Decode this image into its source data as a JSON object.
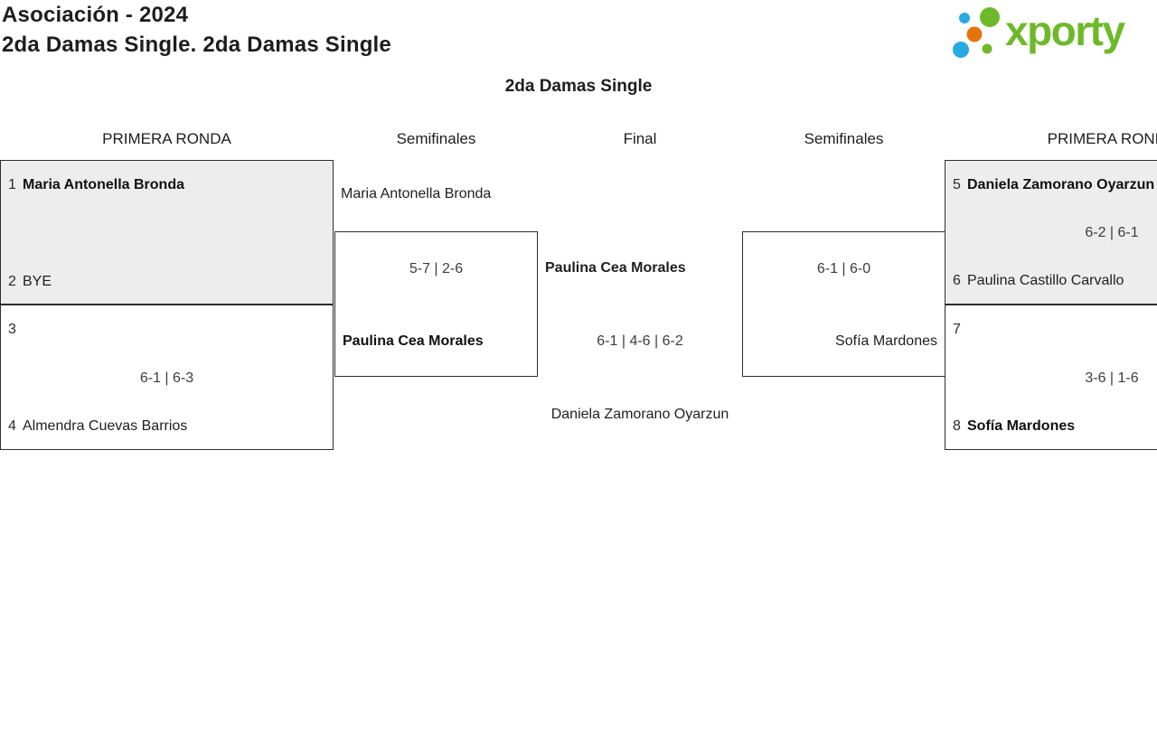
{
  "header": {
    "title": "Asociación - 2024",
    "subtitle": "2da Damas Single. 2da Damas Single",
    "logo_text": "xporty"
  },
  "colors": {
    "logo_green": "#6eb92a",
    "logo_blue": "#29a9e1",
    "logo_orange": "#e8730d",
    "box_fill_shaded": "#ededed",
    "box_border": "#2e2e2e",
    "text": "#1d1d1d"
  },
  "bracket": {
    "heading": "2da Damas Single",
    "columns": [
      "PRIMERA RONDA",
      "Semifinales",
      "Final",
      "Semifinales",
      "PRIMERA RONDA"
    ],
    "left_first_round": {
      "match1": {
        "seed1": "1",
        "player1": "Maria Antonella Bronda",
        "score": "",
        "seed2": "2",
        "player2": "BYE"
      },
      "match2": {
        "seed1": "3",
        "player1": "",
        "score": "6-1 | 6-3",
        "seed2": "4",
        "player2": "Almendra Cuevas Barrios"
      }
    },
    "left_semifinal": {
      "player1": "Maria Antonella Bronda",
      "score": "5-7 | 2-6",
      "player2": "Paulina Cea Morales"
    },
    "final": {
      "player1": "Paulina Cea Morales",
      "score": "6-1 | 4-6 | 6-2",
      "player2": "Daniela Zamorano Oyarzun"
    },
    "right_semifinal": {
      "score": "6-1 | 6-0",
      "player2": "Sofía Mardones"
    },
    "right_first_round": {
      "match1": {
        "seed1": "5",
        "player1": "Daniela Zamorano Oyarzun",
        "score": "6-2 | 6-1",
        "seed2": "6",
        "player2": "Paulina Castillo Carvallo"
      },
      "match2": {
        "seed1": "7",
        "player1": "",
        "score": "3-6 | 1-6",
        "seed2": "8",
        "player2": "Sofía Mardones"
      }
    }
  }
}
